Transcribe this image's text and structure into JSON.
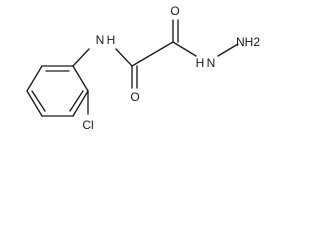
{
  "molecule": {
    "atoms": {
      "n_amide": "N",
      "h_amide": "H",
      "o_left": "O",
      "o_right": "O",
      "n_hydrazide": "N",
      "h_hydrazide": "H",
      "nh2": "NH2",
      "cl": "Cl"
    },
    "colors": {
      "bond": "#1a1a1a",
      "text": "#1a1a1a",
      "background": "#ffffff"
    }
  }
}
